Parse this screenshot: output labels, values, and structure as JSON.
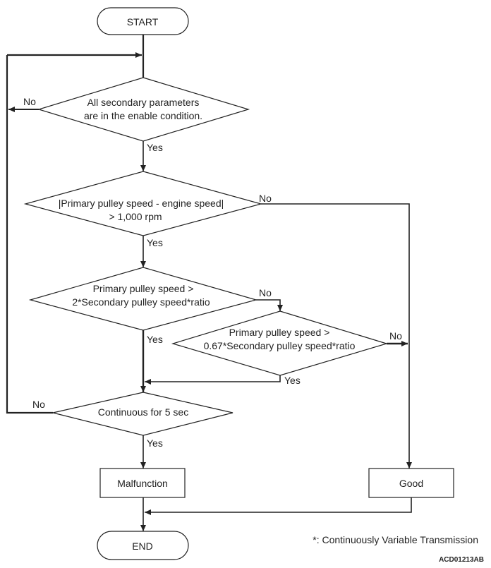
{
  "nodes": {
    "start": "START",
    "decision_enable": [
      "All secondary parameters",
      "are in the enable condition."
    ],
    "decision_speed_diff": [
      "|Primary pulley speed - engine speed|",
      "> 1,000 rpm"
    ],
    "decision_ratio_high": [
      "Primary pulley speed >",
      "2*Secondary pulley speed*ratio"
    ],
    "decision_ratio_low": [
      "Primary pulley speed >",
      "0.67*Secondary pulley speed*ratio"
    ],
    "decision_continuous": "Continuous for 5 sec",
    "malfunction": "Malfunction",
    "good": "Good",
    "end": "END"
  },
  "labels": {
    "yes": "Yes",
    "no": "No"
  },
  "footnote": "*: Continuously Variable Transmission",
  "figure_code": "ACD01213AB"
}
